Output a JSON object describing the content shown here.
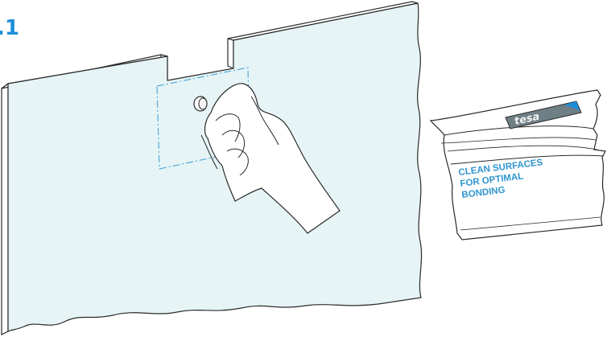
{
  "step": {
    "label": ".1"
  },
  "brand": {
    "name": "tesa"
  },
  "wipe": {
    "instruction_lines": [
      "CLEAN SURFACES",
      "FOR OPTIMAL",
      "BONDING"
    ]
  },
  "colors": {
    "accent": "#1c8ed8",
    "glass": "#e6f4f6",
    "outline": "#2a2a2a"
  }
}
